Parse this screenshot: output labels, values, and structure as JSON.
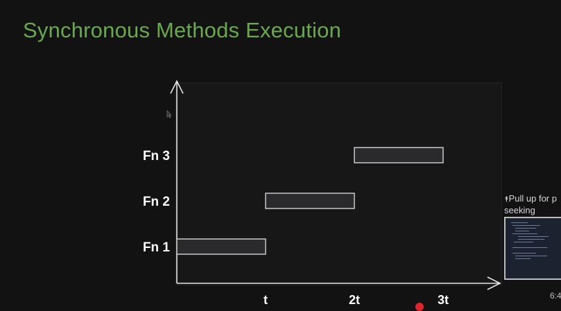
{
  "slide": {
    "title": "Synchronous Methods Execution"
  },
  "chart_data": {
    "type": "bar",
    "subtype": "gantt",
    "categories": [
      "Fn 1",
      "Fn 2",
      "Fn 3"
    ],
    "ticks": [
      "t",
      "2t",
      "3t"
    ],
    "xlim": [
      0,
      3.6
    ],
    "tasks": [
      {
        "label": "Fn 1",
        "start": 0,
        "end": 1
      },
      {
        "label": "Fn 2",
        "start": 1,
        "end": 2
      },
      {
        "label": "Fn 3",
        "start": 2,
        "end": 3
      }
    ],
    "colors": {
      "bar_fill": "#2a2a2d",
      "bar_stroke": "#c9c9c9",
      "axis": "#e6e6e6",
      "text": "#ffffff"
    }
  },
  "player": {
    "pull_up_label": "Pull up for p",
    "pull_up_label_line2": "seeking",
    "pull_up_icon": "double-chevron-up-icon",
    "time_readout": "6:4",
    "progress_color": "#e0242d"
  }
}
